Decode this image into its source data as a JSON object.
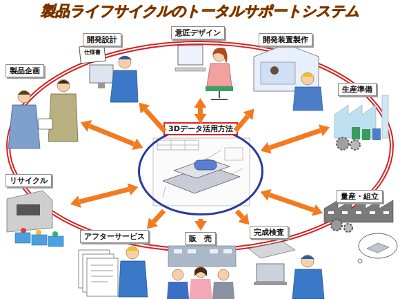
{
  "diagram": {
    "title": "製品ライフサイクルのトータルサポートシステム",
    "nodes": [
      {
        "text": [
          "意匠デザイン"
        ]
      },
      {
        "text": [
          "開発設計"
        ]
      },
      {
        "text": [
          "開発装置製作"
        ]
      },
      {
        "text": [
          "製品企画"
        ]
      },
      {
        "text": [
          "生産準備"
        ]
      },
      {
        "text": [
          "3Dデータ活用方法"
        ]
      },
      {
        "text": [
          "リサイクル"
        ]
      },
      {
        "text": [
          "量産・組立"
        ]
      },
      {
        "text": [
          "完成検査"
        ]
      },
      {
        "text": [
          "アフターサービス"
        ]
      },
      {
        "text": [
          "販　売"
        ]
      }
    ],
    "edges": [
      {
        "from": 5,
        "to": 3,
        "arrow": "both"
      },
      {
        "from": 5,
        "to": 1,
        "arrow": "to"
      },
      {
        "from": 5,
        "to": 0,
        "arrow": "both"
      },
      {
        "from": 5,
        "to": 2,
        "arrow": "to"
      },
      {
        "from": 5,
        "to": 4,
        "arrow": "both"
      },
      {
        "from": 5,
        "to": 7,
        "arrow": "both"
      },
      {
        "from": 5,
        "to": 8,
        "arrow": "to"
      },
      {
        "from": 5,
        "to": 10,
        "arrow": "to"
      },
      {
        "from": 5,
        "to": 9,
        "arrow": "to"
      },
      {
        "from": 5,
        "to": 6,
        "arrow": "both"
      }
    ],
    "labels": [
      "仕様書"
    ]
  }
}
